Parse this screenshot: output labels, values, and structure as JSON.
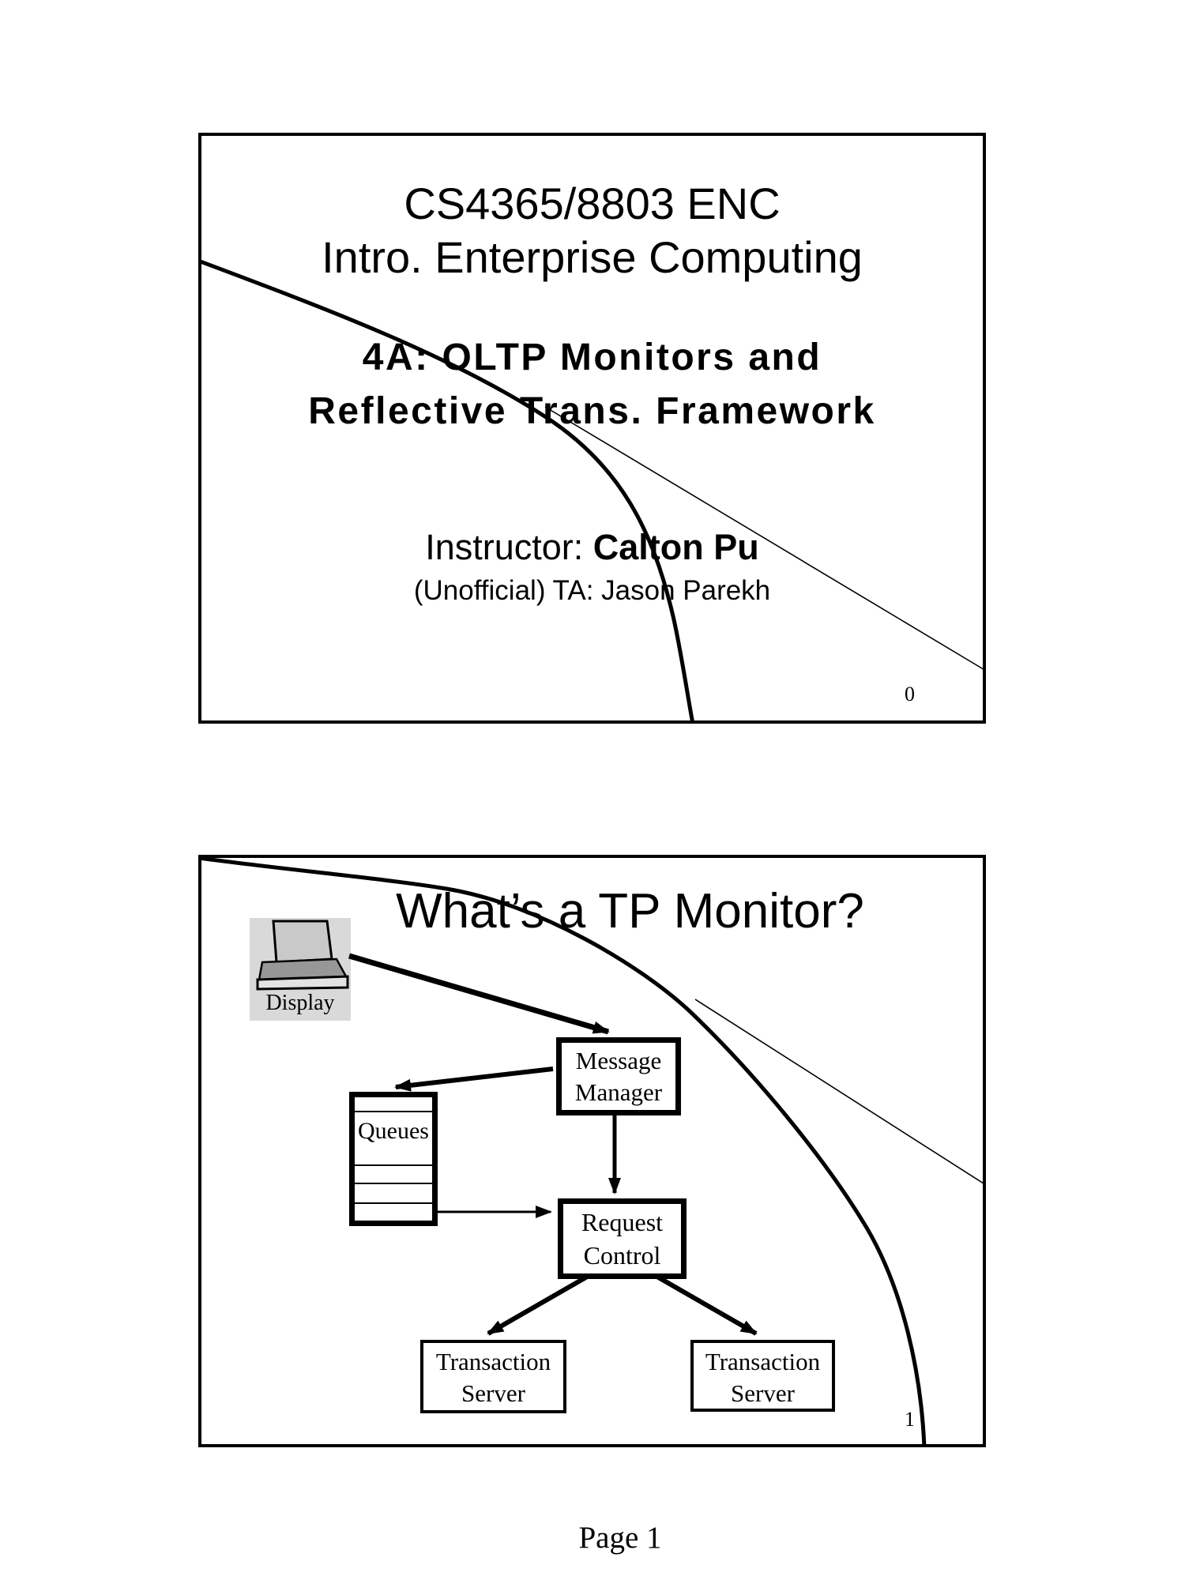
{
  "page": {
    "label": "Page 1"
  },
  "slide1": {
    "heading_line1": "CS4365/8803 ENC",
    "heading_line2": "Intro. Enterprise Computing",
    "title_line1": "4A: OLTP Monitors and",
    "title_line2": "Reflective Trans. Framework",
    "instructor_prefix": "Instructor: ",
    "instructor_name": "Calton Pu",
    "ta_line": "(Unofficial) TA: Jason Parekh",
    "slide_number": "0"
  },
  "slide2": {
    "title": "What’s a TP Monitor?",
    "display_label": "Display",
    "message_manager": {
      "line1": "Message",
      "line2": "Manager"
    },
    "queues_label": "Queues",
    "request_control": {
      "line1": "Request",
      "line2": "Control"
    },
    "transaction_server": {
      "line1": "Transaction",
      "line2": "Server"
    },
    "slide_number": "1"
  },
  "colors": {
    "ink": "#000000",
    "paper": "#ffffff",
    "display_panel_bg": "#d9d9d9",
    "screen_fill": "#c9c9c9",
    "keyboard_fill": "#979797",
    "base_fill": "#e3e3e3"
  }
}
